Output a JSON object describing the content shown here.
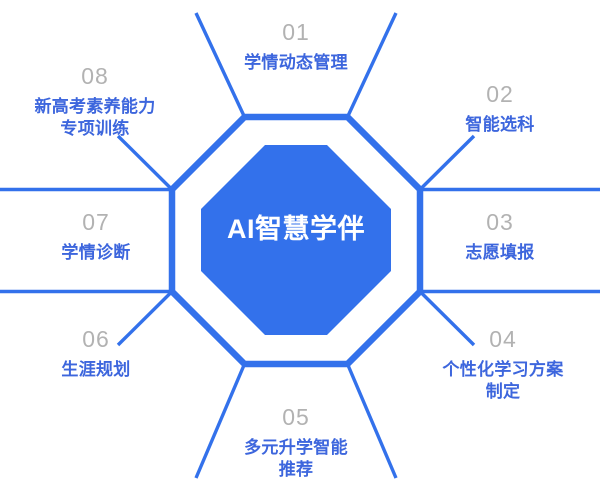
{
  "diagram": {
    "type": "octagon-radial",
    "center": {
      "title": "AI智慧学伴",
      "shape": "octagon",
      "fill_color": "#3371EB",
      "text_color": "#FFFFFF"
    },
    "ring": {
      "shape": "octagon-outline",
      "stroke_color": "#3371EB",
      "stroke_width": 6
    },
    "rays": {
      "color": "#3371EB",
      "width": 3,
      "count": 8
    },
    "colors": {
      "accent": "#3371EB",
      "label": "#3D66DD",
      "number": "#B2B2B2",
      "background": "#FFFFFF"
    },
    "nodes": [
      {
        "number": "01",
        "label": "学情动态管理",
        "position": "top"
      },
      {
        "number": "02",
        "label": "智能选科",
        "position": "top-right"
      },
      {
        "number": "03",
        "label": "志愿填报",
        "position": "right"
      },
      {
        "number": "04",
        "label": "个性化学习方案\n制定",
        "position": "bottom-right"
      },
      {
        "number": "05",
        "label": "多元升学智能\n推荐",
        "position": "bottom"
      },
      {
        "number": "06",
        "label": "生涯规划",
        "position": "bottom-left"
      },
      {
        "number": "07",
        "label": "学情诊断",
        "position": "left"
      },
      {
        "number": "08",
        "label": "新高考素养能力\n专项训练",
        "position": "top-left"
      }
    ]
  }
}
